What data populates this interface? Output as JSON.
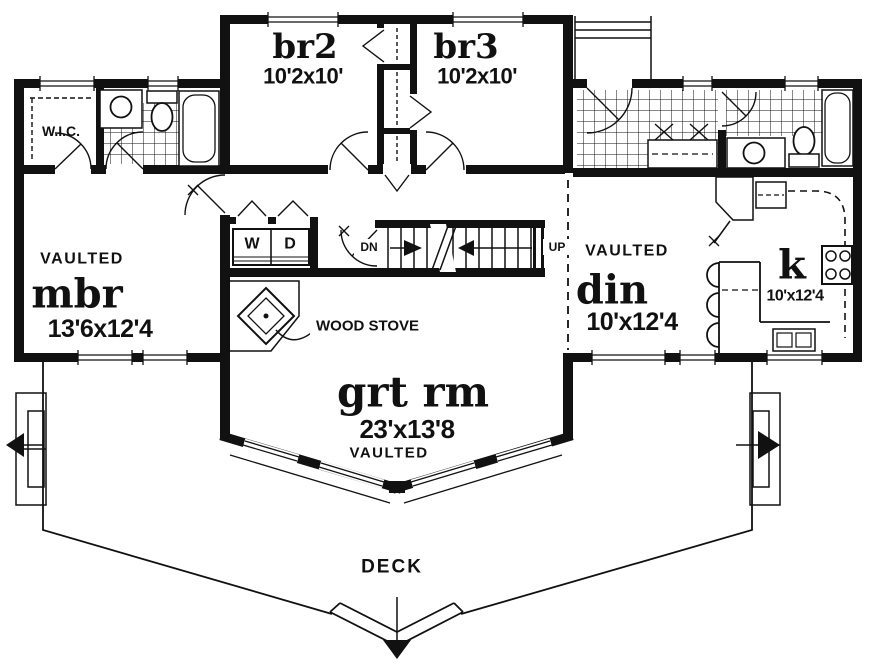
{
  "colors": {
    "ink": "#111111",
    "paper": "#ffffff"
  },
  "rooms": {
    "wic": {
      "name": "W.I.C."
    },
    "br2": {
      "name": "br2",
      "dims": "10'2x10'"
    },
    "br3": {
      "name": "br3",
      "dims": "10'2x10'"
    },
    "mbr": {
      "ceiling": "VAULTED",
      "name": "mbr",
      "dims": "13'6x12'4"
    },
    "din": {
      "ceiling": "VAULTED",
      "name": "din",
      "dims": "10'x12'4"
    },
    "kitchen": {
      "name": "k",
      "dims": "10'x12'4"
    },
    "great_room": {
      "name": "grt rm",
      "dims": "23'x13'8",
      "ceiling": "VAULTED"
    },
    "deck": {
      "name": "DECK"
    }
  },
  "laundry": {
    "washer": "W",
    "dryer": "D"
  },
  "stairs": {
    "down": "DN",
    "up": "UP"
  },
  "annotations": {
    "wood_stove": "WOOD STOVE"
  }
}
